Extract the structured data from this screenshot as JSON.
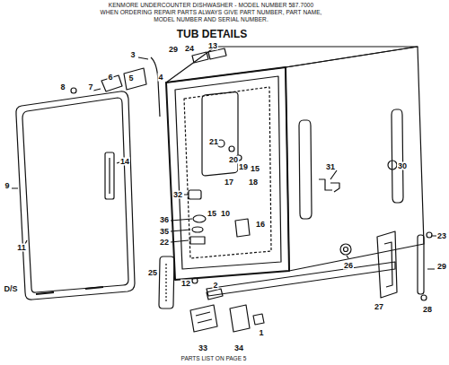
{
  "diagram": {
    "title": "TUB DETAILS",
    "caption": "PARTS LIST ON PAGE 5",
    "labels": [
      "KENMORE UNDERCOUNTER DISHWASHER - MODEL NUMBER 587.7000",
      "WHEN ORDERING REPAIR PARTS ALWAYS GIVE PART NUMBER, PART NAME,",
      "MODEL NUMBER AND SERIAL NUMBER.",
      "8",
      "7",
      "6",
      "5",
      "3",
      "4",
      "29",
      "24",
      "13",
      "14",
      "9",
      "11",
      "31",
      "30",
      "21",
      "20",
      "19",
      "15",
      "17",
      "18",
      "32",
      "36",
      "15",
      "10",
      "35",
      "22",
      "16",
      "25",
      "12",
      "2",
      "1",
      "33",
      "34",
      "26",
      "27",
      "23",
      "29",
      "28",
      "D/S"
    ]
  }
}
